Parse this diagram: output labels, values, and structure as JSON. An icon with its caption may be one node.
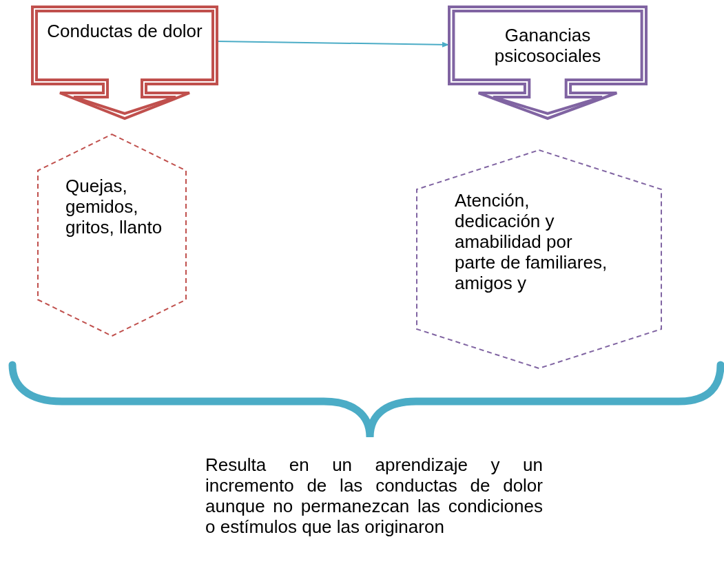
{
  "diagram": {
    "nodes": [
      {
        "text": [
          "Conductas de dolor"
        ]
      },
      {
        "text": [
          "Ganancias psicosociales"
        ]
      },
      {
        "text": [
          "Quejas, gemidos, gritos, llanto"
        ]
      },
      {
        "text": [
          "Atención, dedicación y amabilidad por parte de familiares, amigos y"
        ]
      }
    ],
    "edges": [
      {
        "from": 0,
        "to": 1,
        "arrow": "to"
      }
    ],
    "labels": [
      "Resulta en un aprendizaje y un incremento de las conductas de dolor aunque no permanezcan las condiciones o estímulos que las originaron"
    ]
  }
}
